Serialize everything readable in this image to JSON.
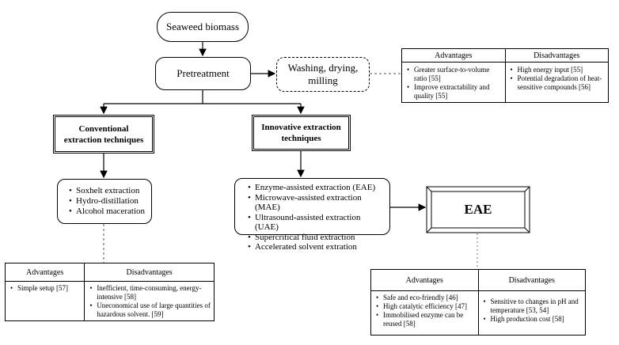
{
  "nodes": {
    "seaweed": "Seaweed biomass",
    "pretreatment": "Pretreatment",
    "washing": "Washing, drying, milling",
    "conventional": "Conventional extraction techniques",
    "innovative": "Innovative extraction techniques",
    "eae": "EAE"
  },
  "conventional_methods": [
    "Soxhelt extraction",
    "Hydro-distillation",
    "Alcohol maceration"
  ],
  "innovative_methods": [
    "Enzyme-assisted extraction (EAE)",
    "Microwave-assisted extraction (MAE)",
    "Ultrasound-assisted extraction (UAE)",
    "Supercritical fluid extraction",
    "Accelerated solvent extration"
  ],
  "pretreatment_table": {
    "adv_header": "Advantages",
    "dis_header": "Disadvantages",
    "advantages": [
      "Greater surface-to-volume ratio [55]",
      "Improve extractability and quality [55]"
    ],
    "disadvantages": [
      "High energy input [55]",
      "Potential degradation of heat-sensitive compounds [56]"
    ]
  },
  "conventional_table": {
    "adv_header": "Advantages",
    "dis_header": "Disadvantages",
    "advantages": [
      "Simple setup [57]"
    ],
    "disadvantages": [
      "Inefficient, time-consuming, energy-intensive [58]",
      "Uneconomical use of large quantities of hazardous solvent. [59]"
    ]
  },
  "eae_table": {
    "adv_header": "Advantages",
    "dis_header": "Disadvantages",
    "advantages": [
      "Safe and eco-friendly [46]",
      "High catalytic efficiency [47]",
      "Immobilised enzyme can be reused [58]"
    ],
    "disadvantages": [
      "Sensitive to changes in pH and temperature [53, 54]",
      "High production cost [58]"
    ]
  }
}
